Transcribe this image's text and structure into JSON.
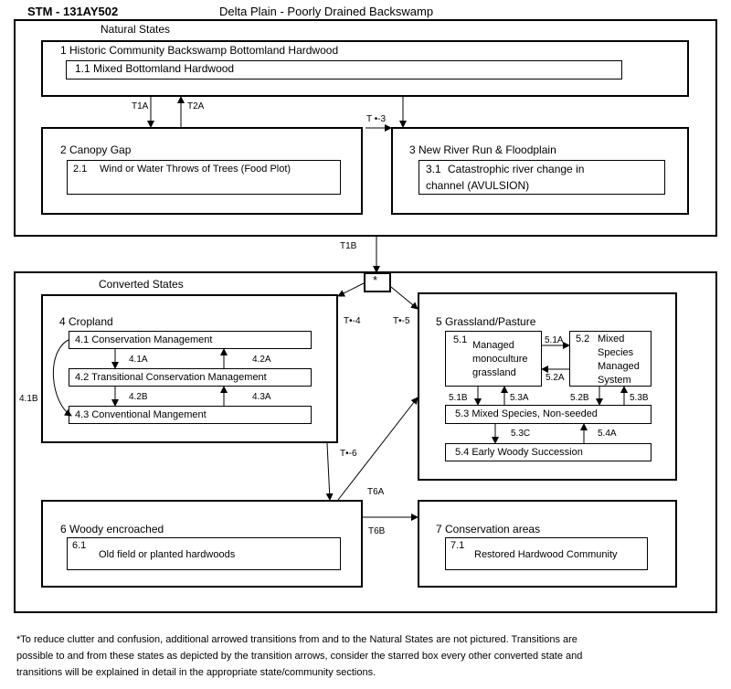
{
  "header": {
    "id": "STM - 131AY502",
    "subtitle": "Delta Plain - Poorly Drained Backswamp"
  },
  "natural": {
    "label": "Natural States",
    "s1": {
      "title": "1 Historic Community Backswamp Bottomland Hardwood",
      "c1": "1.1 Mixed Bottomland Hardwood"
    },
    "s2": {
      "title": "2 Canopy Gap",
      "c1_num": "2.1",
      "c1_text": "Wind or Water Throws of Trees (Food Plot)"
    },
    "s3": {
      "title": "3 New River Run & Floodplain",
      "c1_num": "3.1",
      "c1_line1": "Catastrophic  river change in",
      "c1_line2": "channel (AVULSION)"
    }
  },
  "converted": {
    "label": "Converted States",
    "star": "*",
    "s4": {
      "title": "4 Cropland",
      "c1": "4.1 Conservation Management",
      "c2": "4.2 Transitional Conservation Management",
      "c3": "4.3 Conventional Mangement"
    },
    "s5": {
      "title": "5 Grassland/Pasture",
      "c1_num": "5.1",
      "c1_l1": "Managed",
      "c1_l2": "monoculture",
      "c1_l3": "grassland",
      "c2_num": "5.2",
      "c2_l1": "Mixed",
      "c2_l2": "Species",
      "c2_l3": "Managed",
      "c2_l4": "System",
      "c3": "5.3 Mixed Species, Non-seeded",
      "c4": "5.4 Early Woody Succession"
    },
    "s6": {
      "title": "6 Woody encroached",
      "c1_num": "6.1",
      "c1_text": "Old field or planted hardwoods"
    },
    "s7": {
      "title": "7 Conservation areas",
      "c1_num": "7.1",
      "c1_text": "Restored Hardwood Community"
    }
  },
  "transitions": {
    "t1a": "T1A",
    "t2a": "T2A",
    "tm3": "T •-3",
    "t1b": "T1B",
    "tm4": "T•-4",
    "tm5": "T•-5",
    "tm6": "T•-6",
    "t6a": "T6A",
    "t6b": "T6B",
    "p41a": "4.1A",
    "p42a": "4.2A",
    "p42b": "4.2B",
    "p43a": "4.3A",
    "p41b": "4.1B",
    "p51a": "5.1A",
    "p52a": "5.2A",
    "p51b": "5.1B",
    "p53a": "5.3A",
    "p52b": "5.2B",
    "p53b": "5.3B",
    "p53c": "5.3C",
    "p54a": "5.4A"
  },
  "footnote": {
    "l1": "*To reduce clutter and confusion, additional arrowed transitions from and to the Natural States are not pictured. Transitions are",
    "l2": "possible to and from these states as depicted by the transition arrows, consider the starred box every other converted state and",
    "l3": "transitions will be explained in detail in the appropriate state/community sections."
  }
}
